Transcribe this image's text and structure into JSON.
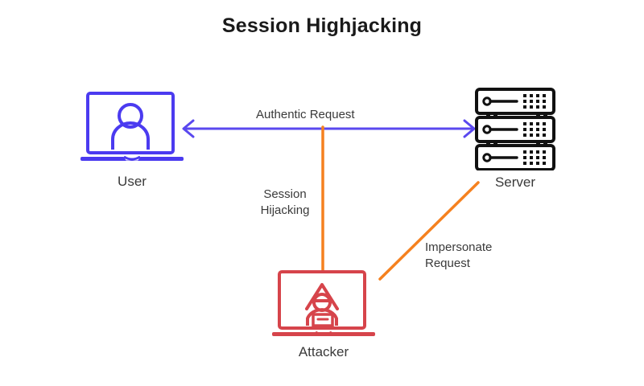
{
  "title": "Session Highjacking",
  "colors": {
    "background": "#ffffff",
    "title_text": "#1a1a1a",
    "label_text": "#3a3a3a",
    "user_blue": "#4b3bf0",
    "server_black": "#111111",
    "attacker_red": "#d6444b",
    "arrow_blue": "#5a48ef",
    "arrow_orange": "#f5811f"
  },
  "nodes": [
    {
      "id": "user",
      "label": "User",
      "icon": "laptop-user-icon",
      "color": "#4b3bf0"
    },
    {
      "id": "server",
      "label": "Server",
      "icon": "server-rack-icon",
      "color": "#111111"
    },
    {
      "id": "attacker",
      "label": "Attacker",
      "icon": "laptop-hacker-icon",
      "color": "#d6444b"
    }
  ],
  "edges": [
    {
      "id": "authentic-request",
      "label": "Authentic Request",
      "from": "user",
      "to": "server",
      "direction": "bidirectional",
      "color": "#5a48ef"
    },
    {
      "id": "session-hijacking",
      "label_line1": "Session",
      "label_line2": "Hijacking",
      "from": "attacker",
      "to": "authentic-request",
      "direction": "none",
      "color": "#f5811f"
    },
    {
      "id": "impersonate-request",
      "label_line1": "Impersonate",
      "label_line2": "Request",
      "from": "attacker",
      "to": "server",
      "direction": "none",
      "color": "#f5811f"
    }
  ]
}
